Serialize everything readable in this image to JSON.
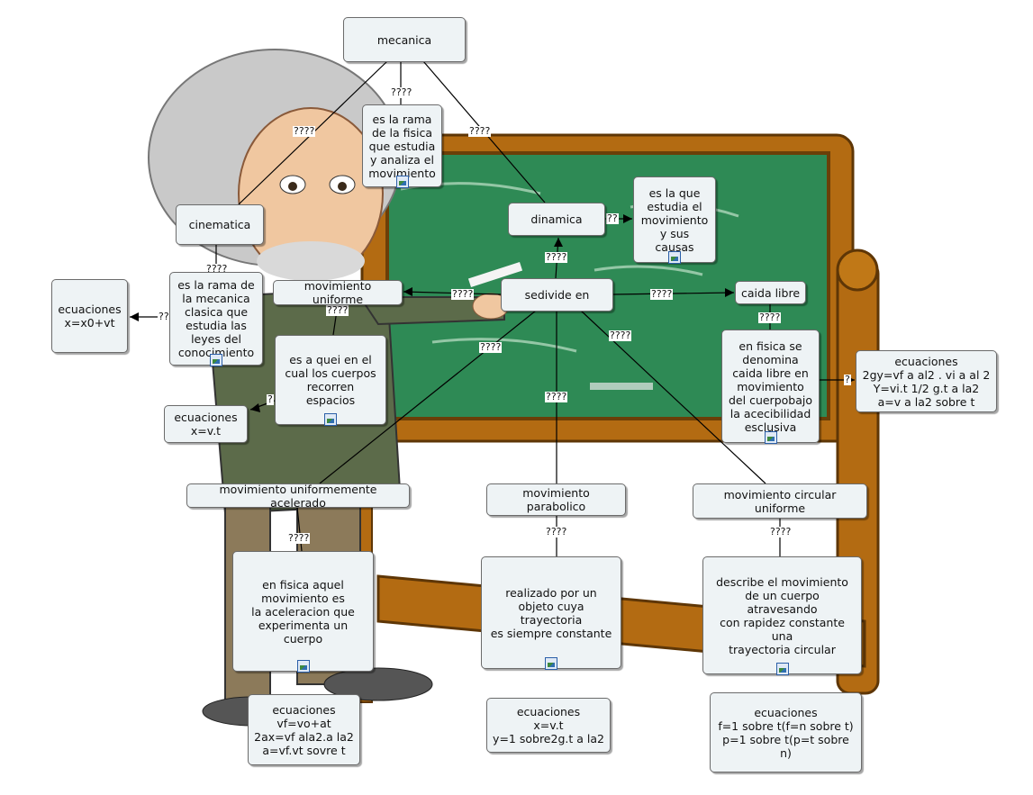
{
  "colors": {
    "node_fill": "#eef3f5",
    "node_border": "#6b6b6b",
    "board_green": "#2e8a55",
    "frame_wood": "#b36b12",
    "line": "#000000"
  },
  "icons": {
    "node_image": "image-thumbnail-icon"
  },
  "nodes": {
    "mecanica": "mecanica",
    "mecanica_def": "es la rama\nde la fisica\nque estudia\ny analiza el\nmovimiento",
    "cinematica": "cinematica",
    "cinematica_def": "es la rama de\nla mecanica\nclasica que\nestudia las\nleyes del\nconocimiento",
    "ecuaciones_x0": "ecuaciones\nx=x0+vt",
    "mov_uniforme": "movimiento uniforme",
    "mov_uniforme_def": "es a quei en el\ncual los cuerpos\nrecorren espacios",
    "ecuaciones_xvt": "ecuaciones\nx=v.t",
    "dinamica": "dinamica",
    "dinamica_def": "es la que\nestudia el\nmovimiento\ny sus causas",
    "sedivide": "sedivide en",
    "caida_libre": "caida libre",
    "caida_libre_def": "en fisica se\ndenomina\ncaida libre en\nmovimiento\ndel cuerpobajo\nla acecibilidad\nesclusiva",
    "ecuaciones_caida": "ecuaciones\n2gy=vf a al2 . vi a al 2\nY=vi.t 1/2 g.t a la2\na=v a la2 sobre t",
    "mua": "movimiento uniformemente acelerado",
    "mua_def": "en fisica aquel\nmovimiento es\nla aceleracion que\nexperimenta un cuerpo",
    "ecuaciones_mua": "ecuaciones\nvf=vo+at\n2ax=vf ala2.a la2\na=vf.vt sovre t",
    "parabolico": "movimiento parabolico",
    "parabolico_def": "realizado por un\nobjeto cuya trayectoria\nes siempre  constante",
    "ecuaciones_parabolico": "ecuaciones\nx=v.t\ny=1 sobre2g.t a la2",
    "circular": "movimiento circular uniforme",
    "circular_def": "describe el movimiento\nde un cuerpo atravesando\ncon rapidez constante una\ntrayectoria circular",
    "ecuaciones_circular": "ecuaciones\nf=1 sobre t(f=n sobre t)\np=1 sobre t(p=t sobre n)"
  },
  "link_labels": {
    "l_mecanica_cin": "????",
    "l_mecanica_def": "????",
    "l_mecanica_din": "????",
    "l_cin_def": "????",
    "l_cin_ec": "??",
    "l_mu_def": "????",
    "l_mu_ec": "?",
    "l_din_def": "??",
    "l_sed_din": "????",
    "l_sed_mu": "????",
    "l_sed_caida": "????",
    "l_caida_def": "????",
    "l_caida_ec": "?",
    "l_sed_mua": "????",
    "l_sed_par": "????",
    "l_sed_circ": "????",
    "l_mua_def": "????",
    "l_par_def": "????",
    "l_circ_def": "????"
  }
}
